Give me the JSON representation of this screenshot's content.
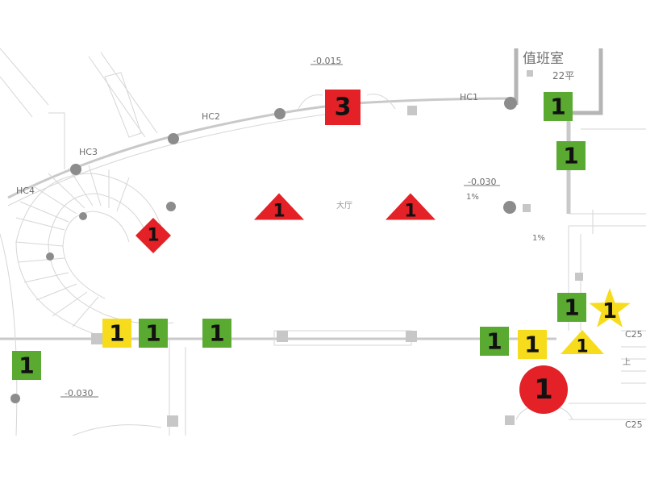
{
  "legend_colors": {
    "red": "#e32127",
    "green": "#5aaa32",
    "yellow": "#f7dc1e"
  },
  "plan_labels": {
    "room_name": "值班室",
    "room_area": "22平",
    "hall": "大厅",
    "elev_top": "-0.015",
    "elev_mid": "-0.030",
    "elev_left": "-0.030",
    "slope_a": "1%",
    "slope_b": "1%",
    "hc1": "HC1",
    "hc2": "HC2",
    "hc3": "HC3",
    "hc4": "HC4",
    "c25_a": "C25",
    "c25_b": "C25",
    "up": "上"
  },
  "markers": [
    {
      "shape": "square",
      "color": "red",
      "label": "3"
    },
    {
      "shape": "square",
      "color": "green",
      "label": "1"
    },
    {
      "shape": "square",
      "color": "green",
      "label": "1"
    },
    {
      "shape": "triangle",
      "color": "red",
      "label": "1"
    },
    {
      "shape": "triangle",
      "color": "red",
      "label": "1"
    },
    {
      "shape": "diamond",
      "color": "red",
      "label": "1"
    },
    {
      "shape": "square",
      "color": "yellow",
      "label": "1"
    },
    {
      "shape": "square",
      "color": "green",
      "label": "1"
    },
    {
      "shape": "square",
      "color": "green",
      "label": "1"
    },
    {
      "shape": "square",
      "color": "green",
      "label": "1"
    },
    {
      "shape": "square",
      "color": "green",
      "label": "1"
    },
    {
      "shape": "square",
      "color": "green",
      "label": "1"
    },
    {
      "shape": "square",
      "color": "yellow",
      "label": "1"
    },
    {
      "shape": "star",
      "color": "yellow",
      "label": "1"
    },
    {
      "shape": "triangle",
      "color": "yellow",
      "label": "1"
    },
    {
      "shape": "circle",
      "color": "red",
      "label": "1"
    }
  ]
}
